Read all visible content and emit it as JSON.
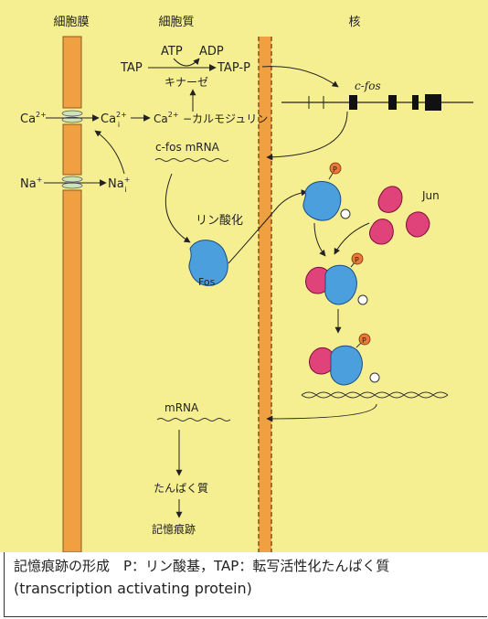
{
  "headers": {
    "membrane": "細胞膜",
    "cytoplasm": "細胞質",
    "nucleus": "核"
  },
  "labels": {
    "tap": "TAP",
    "atp": "ATP",
    "adp": "ADP",
    "kinase": "キナーゼ",
    "tap_p": "TAP-P",
    "gene": "c-fos",
    "ca_out": "Ca",
    "ca_out_sup": "2+",
    "cai": "Ca",
    "cai_sub": "i",
    "cai_sup": "2+",
    "ca_cyto": "Ca",
    "ca_cyto_sup": "2+",
    "calmodulin": "−カルモジュリン",
    "na_out": "Na",
    "na_out_sup": "+",
    "nai": "Na",
    "nai_sub": "i",
    "nai_sup": "+",
    "cfos_mrna_gene": "c-fos",
    "cfos_mrna_suffix": " mRNA",
    "phosphorylation": "リン酸化",
    "fos": "Fos",
    "jun": "Jun",
    "p": "P",
    "mrna": "mRNA",
    "protein": "たんぱく質",
    "memory_trace": "記憶痕跡"
  },
  "caption": {
    "line1": "記憶痕跡の形成　P：リン酸基，TAP：転写活性化たんぱく質",
    "line2": "(transcription activating protein)"
  },
  "colors": {
    "background": "#f6ef92",
    "membrane": "#f0a040",
    "protein_blue": "#4a9fdc",
    "protein_pink": "#e0427a",
    "phosphate": "#e8793a"
  }
}
